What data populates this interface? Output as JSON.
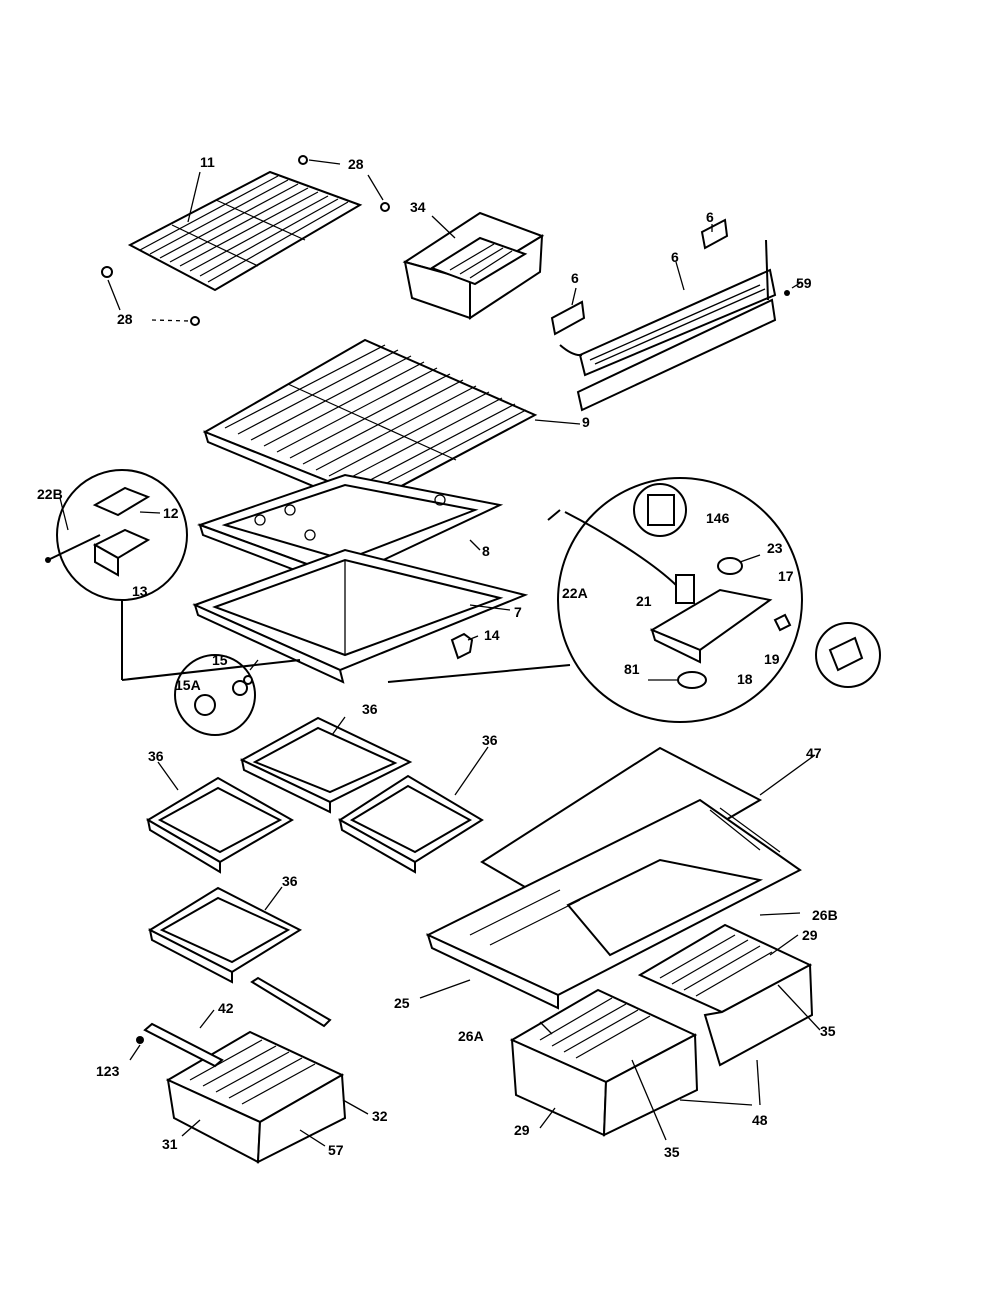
{
  "callouts": {
    "c11": "11",
    "c28a": "28",
    "c34": "34",
    "c6a": "6",
    "c6b": "6",
    "c6c": "6",
    "c59": "59",
    "c28b": "28",
    "c9": "9",
    "c22b": "22B",
    "c12": "12",
    "c13": "13",
    "c8": "8",
    "c7": "7",
    "c14": "14",
    "c15": "15",
    "c15a": "15A",
    "c146": "146",
    "c23": "23",
    "c22a": "22A",
    "c17": "17",
    "c21": "21",
    "c19": "19",
    "c81": "81",
    "c18": "18",
    "c36a": "36",
    "c36b": "36",
    "c36c": "36",
    "c36d": "36",
    "c47": "47",
    "c26b": "26B",
    "c29a": "29",
    "c25": "25",
    "c42": "42",
    "c26a": "26A",
    "c35a": "35",
    "c123": "123",
    "c32": "32",
    "c31": "31",
    "c57": "57",
    "c29b": "29",
    "c35b": "35",
    "c48": "48"
  }
}
